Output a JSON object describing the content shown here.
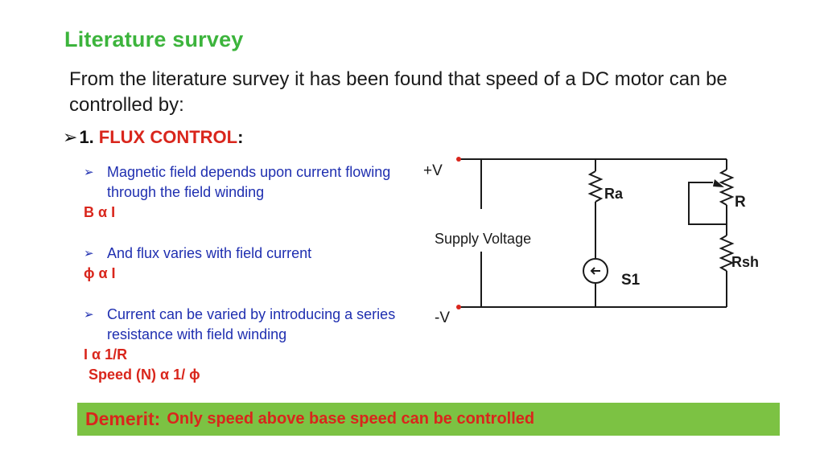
{
  "title": "Literature survey",
  "intro": "From the literature survey it has been found that speed of a DC motor can be controlled by:",
  "section": {
    "number": "1.",
    "name": "FLUX CONTROL",
    "colon": ":"
  },
  "points": [
    {
      "text": "Magnetic field depends upon current flowing through the field winding",
      "formula": "B α I"
    },
    {
      "text": "And flux varies with field current",
      "formula": "ϕ α I"
    },
    {
      "text": "Current can be varied by introducing a series resistance with field winding",
      "formula": "I α 1/R",
      "formula2": "Speed (N) α 1/ ϕ"
    }
  ],
  "diagram": {
    "plus_label": "+V",
    "minus_label": "-V",
    "supply_label": "Supply Voltage",
    "ra_label": "Ra",
    "r_label": "R",
    "rsh_label": "Rsh",
    "motor_label": "S1",
    "wire_color": "#1a1a1a",
    "terminal_color": "#d9261c"
  },
  "demerit": {
    "label": "Demerit:",
    "text": "Only speed above base speed can be controlled",
    "background": "#7cc243"
  }
}
